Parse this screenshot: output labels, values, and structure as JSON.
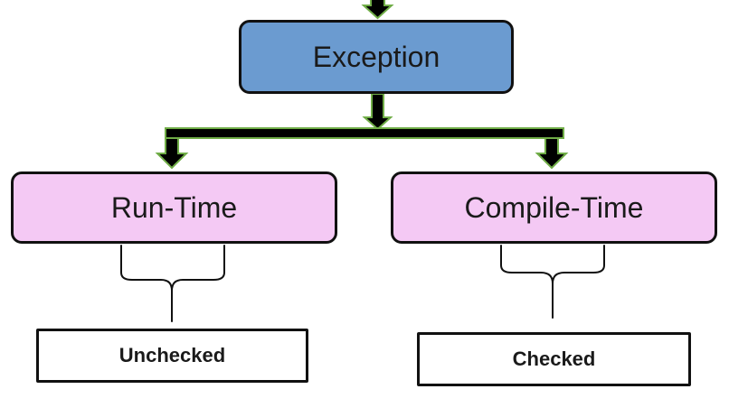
{
  "diagram": {
    "root": {
      "label": "Exception"
    },
    "branches": [
      {
        "label": "Run-Time",
        "leaf": "Unchecked"
      },
      {
        "label": "Compile-Time",
        "leaf": "Checked"
      }
    ]
  },
  "colors": {
    "root_fill": "#6b9bd0",
    "branch_fill": "#f4c9f4",
    "leaf_fill": "#ffffff",
    "connector_fill": "#000000",
    "connector_outline": "#70ad47",
    "border": "#111111"
  }
}
